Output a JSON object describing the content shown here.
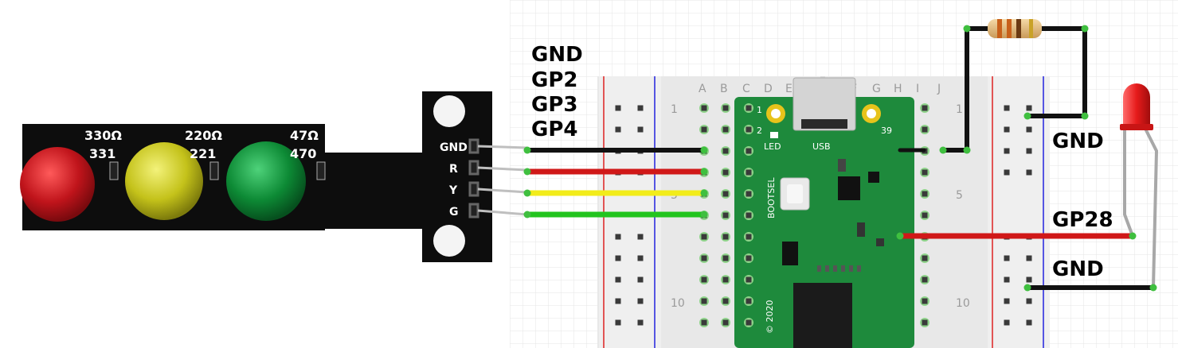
{
  "traffic_light_module": {
    "resistor_values": [
      "330Ω",
      "220Ω",
      "47Ω"
    ],
    "resistor_codes": [
      "331",
      "221",
      "470"
    ],
    "pin_labels": [
      "GND",
      "R",
      "Y",
      "G"
    ],
    "led_colors": [
      "#c0141b",
      "#c4c21a",
      "#0d8a35"
    ]
  },
  "connection_labels": [
    "GND",
    "GP2",
    "GP3",
    "GP4"
  ],
  "breadboard": {
    "columns_left": [
      "A",
      "B",
      "C",
      "D",
      "E"
    ],
    "columns_right": [
      "F",
      "G",
      "H",
      "I",
      "J"
    ],
    "row_numbers_left": [
      "1",
      "5",
      "10"
    ],
    "row_numbers_right": [
      "1",
      "5",
      "10"
    ]
  },
  "pico": {
    "pin_1": "1",
    "pin_2": "2",
    "pin_39": "39",
    "led_label": "LED",
    "usb_label": "USB",
    "bootsel_label": "BOOTSEL",
    "year_label": "© 2020",
    "board_color": "#1e8a3c"
  },
  "right_labels": {
    "gnd_top": "GND",
    "gp28": "GP28",
    "gnd_bottom": "GND"
  },
  "wire_colors": {
    "gnd": "#111111",
    "red": "#d01818",
    "yellow": "#f2ec1a",
    "green": "#22c41e"
  }
}
